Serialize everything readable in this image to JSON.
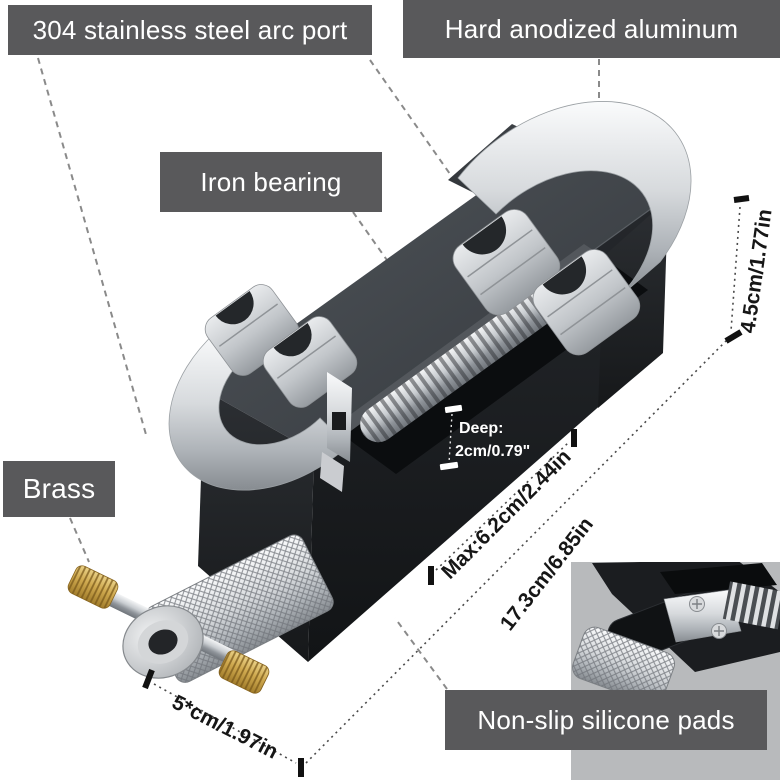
{
  "product": {
    "callouts": {
      "arc_port": "304 stainless steel arc port",
      "aluminum": "Hard anodized aluminum",
      "iron_bearing": "Iron bearing",
      "brass": "Brass",
      "silicone_pads": "Non-slip silicone pads"
    },
    "dimensions": {
      "height": "4.5cm/1.77in",
      "max_opening": "Max:6.2cm/2.44in",
      "length": "17.3cm/6.85in",
      "width": "5*cm/1.97in",
      "depth_label": "Deep:",
      "depth_value": "2cm/0.79\""
    }
  },
  "colors": {
    "background": "#ffffff",
    "label_bg": "#59595b",
    "label_text": "#ffffff",
    "body_dark": "#1b1d1f",
    "steel_light": "#f2f3f4",
    "brass": "#c9a24a",
    "dimension_text": "#161616",
    "inset_bg": "#b8babc"
  }
}
